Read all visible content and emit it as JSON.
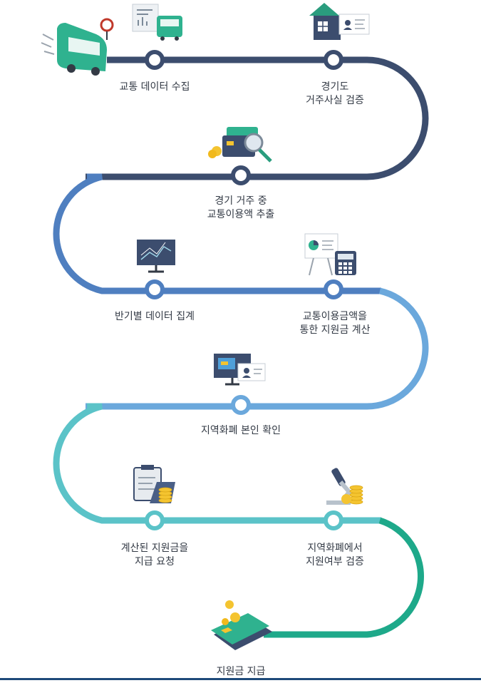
{
  "steps": [
    {
      "lines": [
        "교통 데이터 수집"
      ],
      "icon": "bus-data-collection-icon"
    },
    {
      "lines": [
        "경기도",
        "거주사실 검증"
      ],
      "icon": "house-id-card-icon"
    },
    {
      "lines": [
        "경기 거주 중",
        "교통이용액 추출"
      ],
      "icon": "card-magnifier-icon"
    },
    {
      "lines": [
        "반기별 데이터 집계"
      ],
      "icon": "monitor-chart-icon"
    },
    {
      "lines": [
        "교통이용금액을",
        "통한 지원금 계산"
      ],
      "icon": "chart-calculator-icon"
    },
    {
      "lines": [
        "지역화폐 본인 확인"
      ],
      "icon": "monitor-id-card-icon"
    },
    {
      "lines": [
        "계산된 지원금을",
        "지급 요청"
      ],
      "icon": "clipboard-coins-icon"
    },
    {
      "lines": [
        "지역화폐에서",
        "지원여부 검증"
      ],
      "icon": "microscope-coins-icon"
    },
    {
      "lines": [
        "지원금 지급"
      ],
      "icon": "card-coins-payment-icon"
    }
  ],
  "colors": {
    "navy": "#3c4d6e",
    "blue": "#4f7fc0",
    "lightblue": "#6ba8dc",
    "teal": "#5bc3c8",
    "green": "#1ea98a",
    "bottom_rule": "#1e4a7a"
  }
}
